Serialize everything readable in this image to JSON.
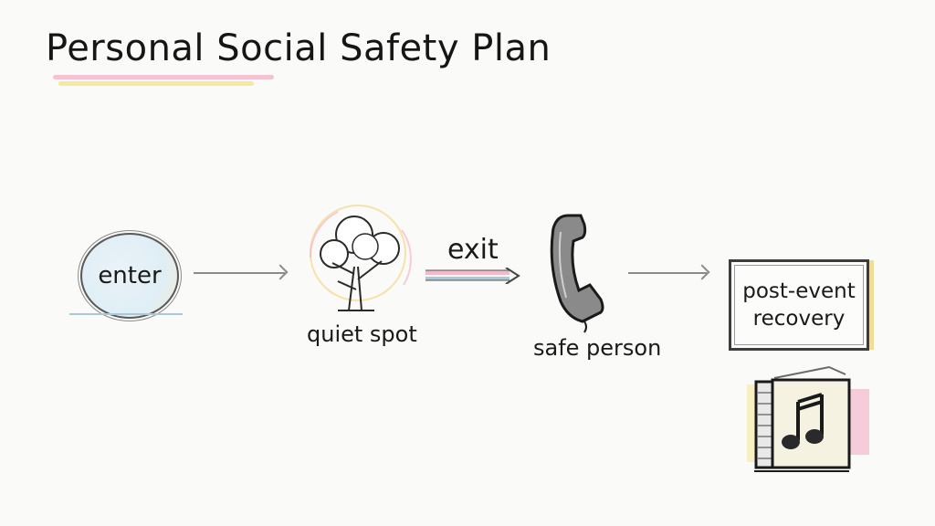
{
  "title": "Personal Social Safety Plan",
  "flow": {
    "steps": [
      {
        "id": "enter",
        "label": "enter",
        "icon": "circle-icon"
      },
      {
        "id": "quiet_spot",
        "label": "quiet spot",
        "icon": "tree-icon"
      },
      {
        "id": "safe_person",
        "label": "safe person",
        "icon": "phone-handset-icon"
      },
      {
        "id": "post_event_recovery",
        "label_line1": "post-event",
        "label_line2": "recovery",
        "icon": "box-icon"
      }
    ],
    "connectors": [
      {
        "from": "enter",
        "to": "quiet_spot",
        "label": ""
      },
      {
        "from": "quiet_spot",
        "to": "safe_person",
        "label": "exit"
      },
      {
        "from": "safe_person",
        "to": "post_event_recovery",
        "label": ""
      }
    ],
    "extra_icon": "music-album-icon"
  },
  "colors": {
    "highlight_pink": "#f2b8cc",
    "highlight_yellow": "#f5e48e",
    "highlight_blue": "#aac8d6",
    "ink": "#1b1b1b"
  }
}
